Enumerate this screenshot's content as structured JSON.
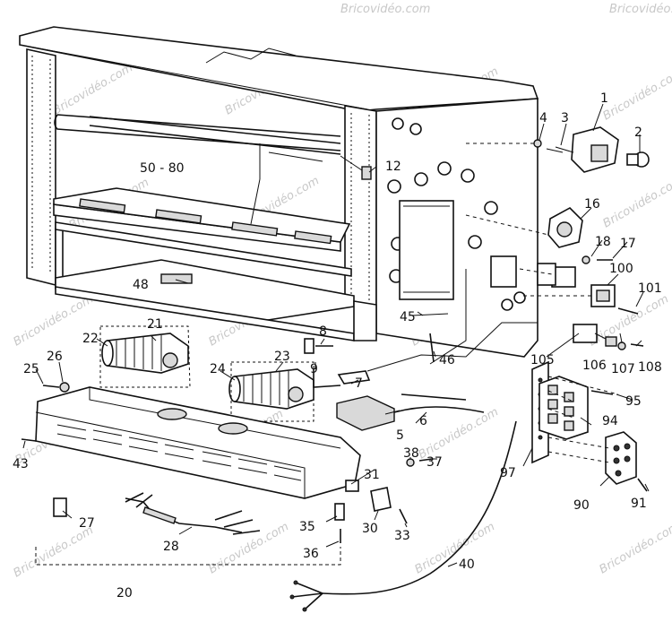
{
  "watermark": "Bricovidéo.com",
  "labels": {
    "p1": "1",
    "p2": "2",
    "p3": "3",
    "p4": "4",
    "p5": "5",
    "p6": "6",
    "p7": "7",
    "p8": "8",
    "p9": "9",
    "p12": "12",
    "p16": "16",
    "p17": "17",
    "p18": "18",
    "p20": "20",
    "p21": "21",
    "p22": "22",
    "p23": "23",
    "p24": "24",
    "p25": "25",
    "p26": "26",
    "p27": "27",
    "p28": "28",
    "p30": "30",
    "p31": "31",
    "p33": "33",
    "p35": "35",
    "p36": "36",
    "p37": "37",
    "p38": "38",
    "p40": "40",
    "p43": "43",
    "p45": "45",
    "p46": "46",
    "p48": "48",
    "p5080": "50 - 80",
    "p90": "90",
    "p91": "91",
    "p94": "94",
    "p95": "95",
    "p97": "97",
    "p100": "100",
    "p101": "101",
    "p105": "105",
    "p106": "106",
    "p107": "107",
    "p108": "108"
  }
}
